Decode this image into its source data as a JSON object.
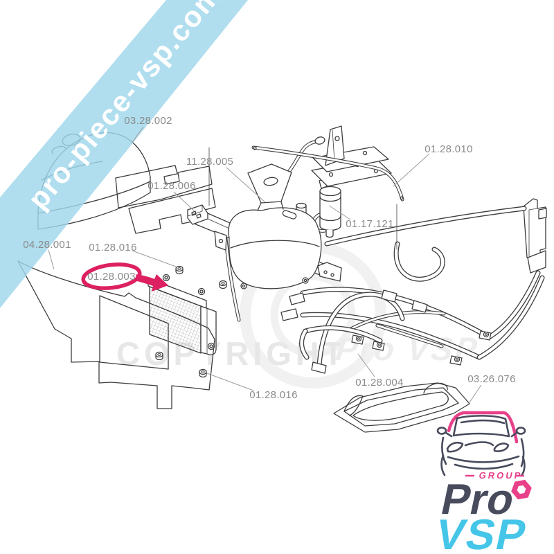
{
  "banner": {
    "text": "pro-piece-vsp.com"
  },
  "watermark": {
    "copyright": "COPYRIGHT",
    "brand": "Pro VSP"
  },
  "part_labels": {
    "engine_cover": "03.28.002",
    "expansion_tank": "11.28.005",
    "front_support": "01.28.006",
    "support_rod": "01.28.010",
    "fuel_filter": "01.17.121",
    "heat_shield": "04.28.001",
    "nut_upper": "01.28.016",
    "oil_cooler_highlighted": "01.28.003",
    "nut_lower": "01.28.016",
    "chassis_frame": "01.28.004",
    "air_scoop": "03.26.076"
  },
  "logo": {
    "group": "GROUP",
    "pro": "Pro",
    "vsp": "VSP"
  },
  "colors": {
    "line": "#3c3c3c",
    "label_gray": "#8b8b8b",
    "leader": "#9b9b9b",
    "banner_blue": "#9fd7ec",
    "highlight_red": "#dd2061",
    "watermark_gray": "#e7e7e7",
    "logo_navy": "#474b5c",
    "logo_cyan": "#45c6e9",
    "logo_pink": "#e8418a"
  }
}
